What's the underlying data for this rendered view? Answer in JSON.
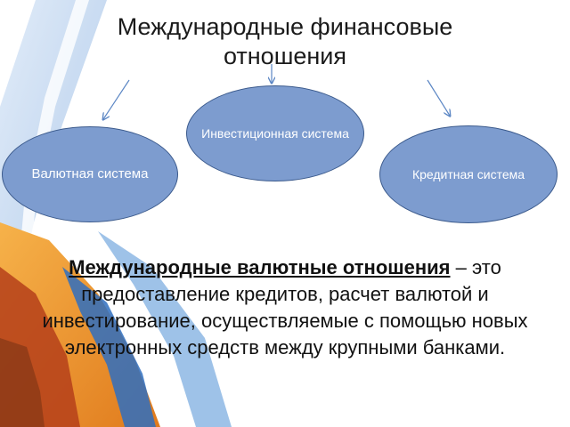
{
  "title": "Международные финансовые отношения",
  "nodes": {
    "investment": "Инвестиционная система",
    "currency": "Валютная система",
    "credit": "Кредитная система"
  },
  "definition": {
    "term": "Международные валютные отношения",
    "dash": " –",
    "body": "это предоставление кредитов, расчет валютой и инвестирование, осуществляемые с помощью новых электронных средств между крупными банками."
  },
  "colors": {
    "node_fill": "#7d9ccf",
    "node_border": "#3b5a8c",
    "arrow": "#5b86c4"
  }
}
